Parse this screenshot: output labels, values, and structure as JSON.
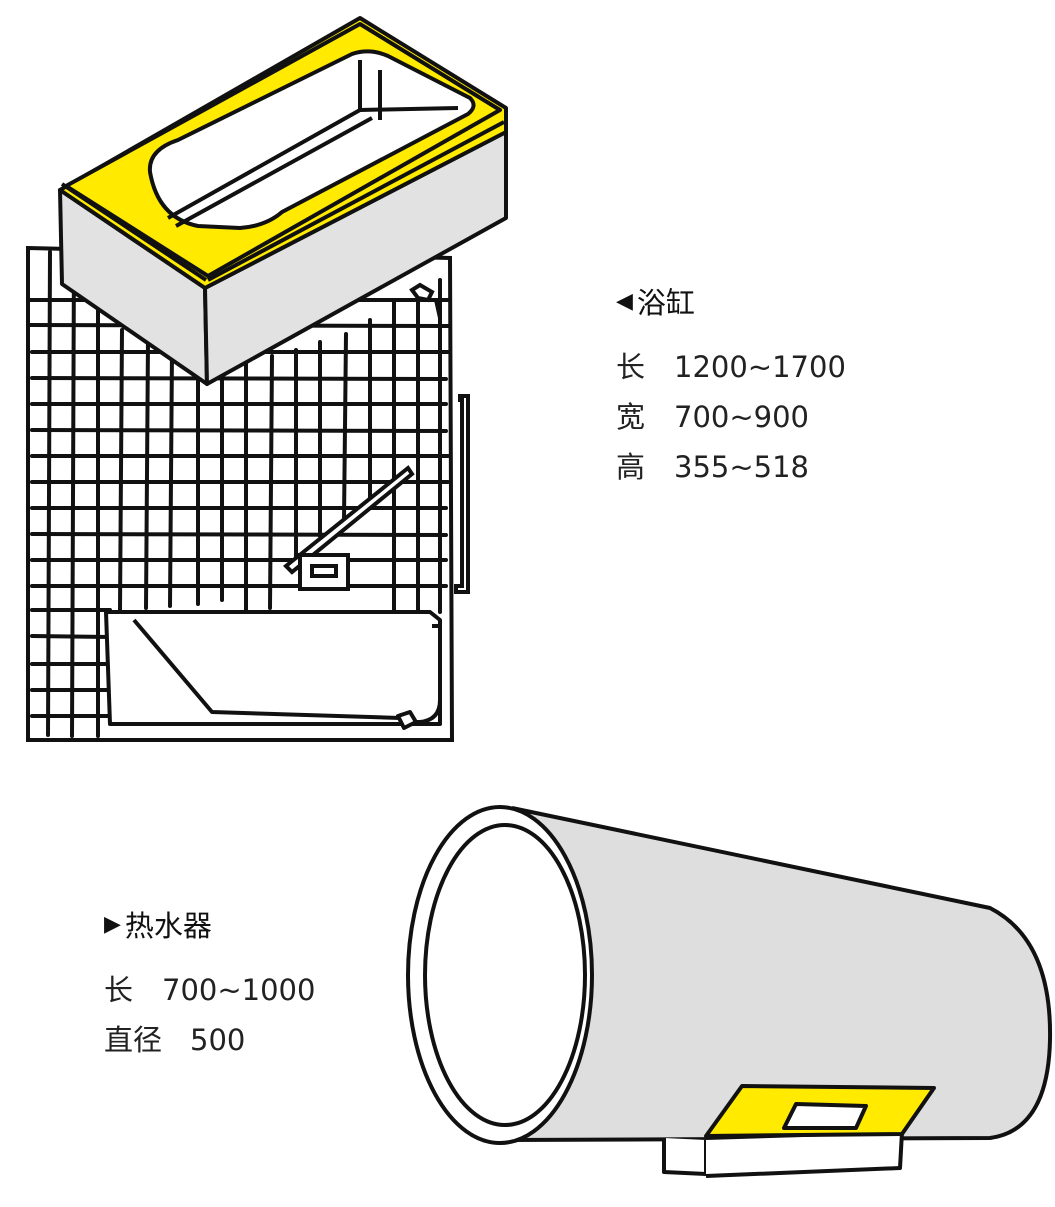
{
  "colors": {
    "accent_yellow": "#ffea00",
    "body_gray": "#dedede",
    "outline": "#111111",
    "background": "#ffffff"
  },
  "bathtub": {
    "marker": "◀",
    "title": "浴缸",
    "specs": [
      {
        "key": "长",
        "value": "1200~1700"
      },
      {
        "key": "宽",
        "value": "700~900"
      },
      {
        "key": "高",
        "value": "355~518"
      }
    ]
  },
  "water_heater": {
    "marker": "▶",
    "title": "热水器",
    "specs": [
      {
        "key": "长",
        "value": "700~1000"
      },
      {
        "key": "直径",
        "value": "500"
      }
    ]
  }
}
